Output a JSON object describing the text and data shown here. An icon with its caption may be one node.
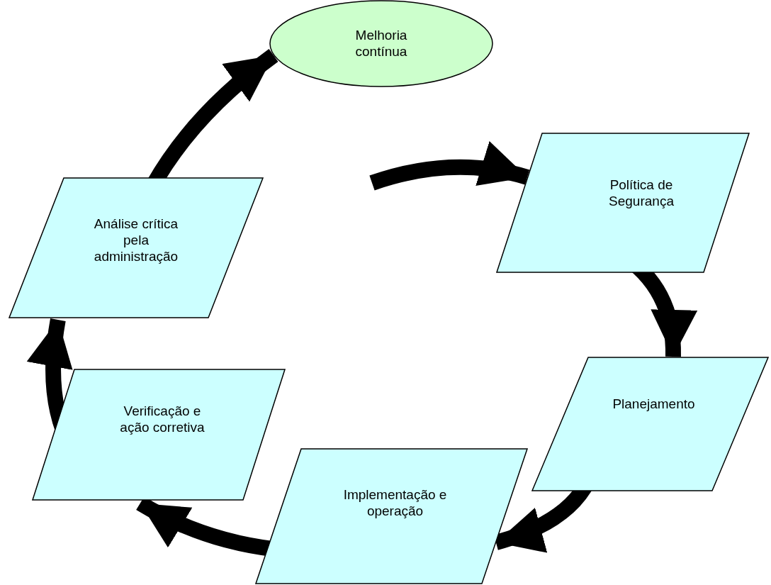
{
  "diagram": {
    "nodes": [
      {
        "text": [
          "Melhoria contínua"
        ]
      },
      {
        "text": [
          "Política de Segurança"
        ]
      },
      {
        "text": [
          "Planejamento"
        ]
      },
      {
        "text": [
          "Implementação e operação"
        ]
      },
      {
        "text": [
          "Verificação e ação corretiva"
        ]
      },
      {
        "text": [
          "Análise crítica pela administração"
        ]
      }
    ],
    "edges": [
      {
        "from": 5,
        "to": 0,
        "arrow": "to"
      },
      {
        "from": null,
        "to": 1,
        "arrow": "to"
      },
      {
        "from": 1,
        "to": 2,
        "arrow": "to"
      },
      {
        "from": 2,
        "to": 3,
        "arrow": "to"
      },
      {
        "from": 3,
        "to": 4,
        "arrow": "to"
      },
      {
        "from": 4,
        "to": 5,
        "arrow": "to"
      }
    ]
  }
}
